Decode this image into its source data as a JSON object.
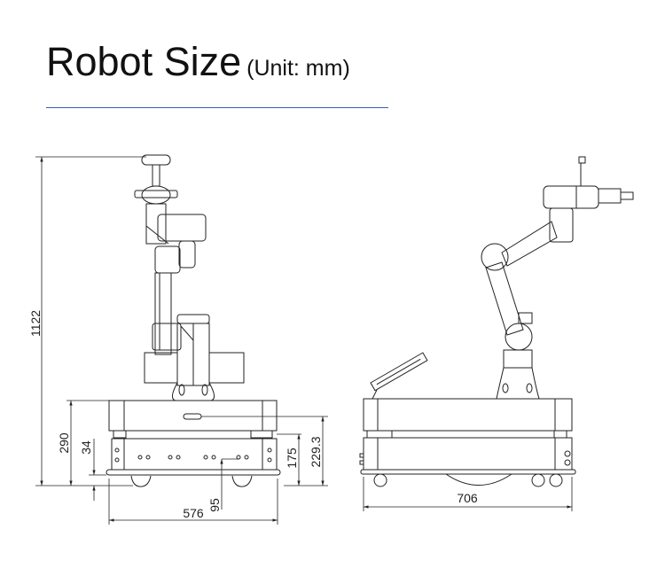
{
  "header": {
    "title": "Robot Size",
    "unit": "(Unit: mm)"
  },
  "front_view": {
    "dimensions": {
      "total_height": "1122",
      "base_height": "290",
      "ground_clearance": "34",
      "base_width": "576",
      "handle_height": "95",
      "chassis_height": "175",
      "top_height": "229.3"
    }
  },
  "side_view": {
    "dimensions": {
      "base_length": "706"
    }
  },
  "colors": {
    "accent_rule": "#3d5fa6",
    "line": "#222222"
  }
}
